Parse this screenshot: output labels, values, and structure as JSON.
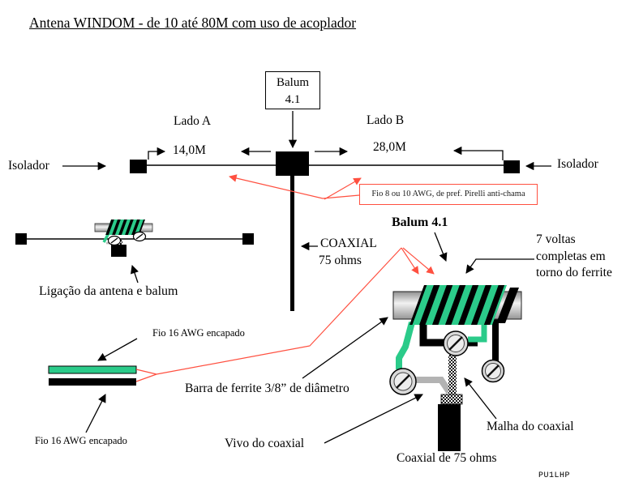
{
  "title": "Antena WINDOM - de 10 até 80M com uso de acoplador",
  "colors": {
    "green": "#2bcb8a",
    "red": "#ff5040"
  },
  "top_diagram": {
    "balun_box_line1": "Balum",
    "balun_box_line2": "4.1",
    "lado_a": "Lado A",
    "lado_b": "Lado B",
    "length_a": "14,0M",
    "length_b": "28,0M",
    "isolator_left": "Isolador",
    "isolator_right": "Isolador",
    "wire_note": "Fio 8 ou 10 AWG, de pref. Pirelli anti-chama",
    "coax_line1": "COAXIAL",
    "coax_line2": "75 ohms"
  },
  "mini_diagram": {
    "caption": "Ligação da antena e balum"
  },
  "balun_detail": {
    "title": "Balum 4.1",
    "turns_note": "7 voltas completas em torno do ferrite",
    "ferrite_note": "Barra de ferrite 3/8” de diâmetro",
    "wire_top_note": "Fio 16 AWG encapado",
    "wire_bottom_note": "Fio 16 AWG encapado",
    "center_note": "Vivo do coaxial",
    "braid_note": "Malha do coaxial",
    "coax_note": "Coaxial de 75 ohms"
  },
  "signature": "PU1LHP"
}
